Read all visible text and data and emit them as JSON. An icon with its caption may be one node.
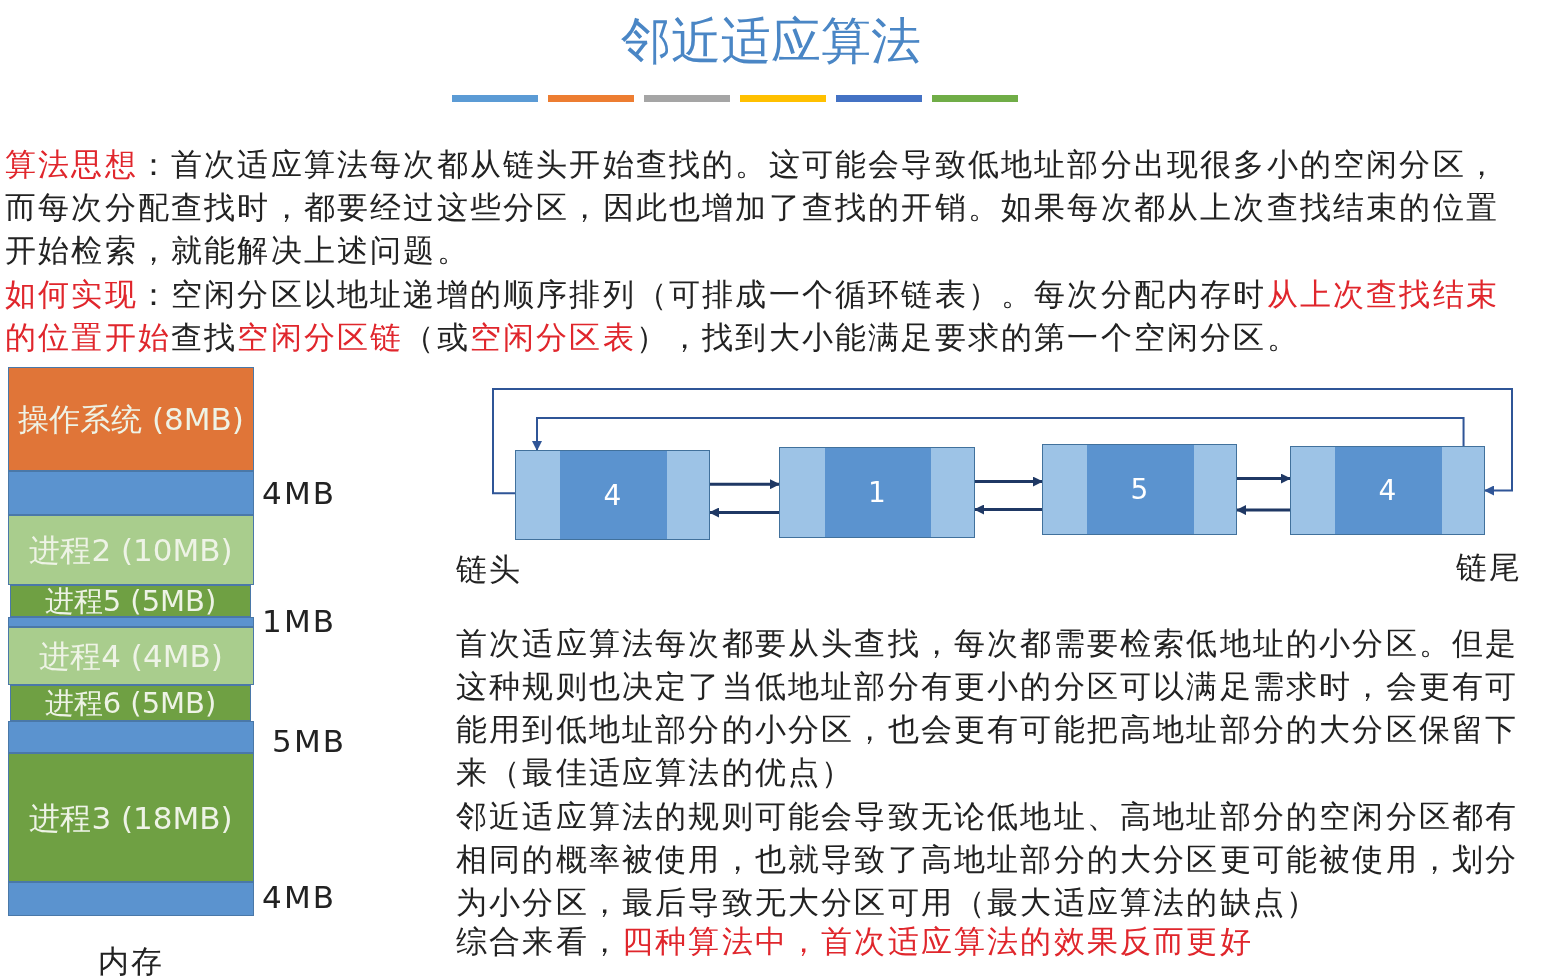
{
  "diagram": {
    "title": "邻近适应算法",
    "nodes": [
      {
        "text": [
          "操作系统 (8MB)"
        ]
      },
      {
        "text": [],
        "shape": "box"
      },
      {
        "text": [
          "进程2 (10MB)"
        ]
      },
      {
        "text": [
          "进程5 (5MB)"
        ]
      },
      {
        "text": [],
        "shape": "box"
      },
      {
        "text": [
          "进程4 (4MB)"
        ]
      },
      {
        "text": [
          "进程6 (5MB)"
        ]
      },
      {
        "text": [],
        "shape": "box"
      },
      {
        "text": [
          "进程3 (18MB)"
        ]
      },
      {
        "text": [],
        "shape": "box"
      },
      {
        "text": [
          "4"
        ]
      },
      {
        "text": [
          "1"
        ]
      },
      {
        "text": [
          "5"
        ]
      },
      {
        "text": [
          "4"
        ]
      }
    ],
    "edges": [
      {
        "from": 10,
        "to": 11,
        "arrow": "to"
      },
      {
        "from": 11,
        "to": 10,
        "arrow": "to"
      },
      {
        "from": 11,
        "to": 12,
        "arrow": "to"
      },
      {
        "from": 12,
        "to": 11,
        "arrow": "to"
      },
      {
        "from": 12,
        "to": 13,
        "arrow": "to"
      },
      {
        "from": 13,
        "to": 12,
        "arrow": "to"
      },
      {
        "from": 13,
        "to": 10,
        "arrow": "to"
      },
      {
        "from": 10,
        "to": 13,
        "arrow": "to"
      }
    ],
    "labels": [
      "**算法思想**：首次适应算法每次都从链头开始查找的。这可能会导致低地址部分出现很多小的空闲分区，而每次分配查找时，都要经过这些分区，因此也增加了查找的开销。如果每次都从上次查找结束的位置开始检索，就能解决上述问题。",
      "**如何实现**：空闲分区以地址递增的顺序排列（可排成一个循环链表）。每次分配内存时**从上次查找结束的位置开始**查找**空闲分区链**（或**空闲分区表**），找到大小能满足要求的第一个空闲分区。",
      "4MB",
      "1MB",
      "5MB",
      "4MB",
      "内存",
      "链头",
      "链尾",
      "首次适应算法每次都要从头查找，每次都需要检索低地址的小分区。但是这种规则也决定了当低地址部分有更小的分区可以满足需求时，会更有可能用到低地址部分的小分区，也会更有可能把高地址部分的大分区保留下来（最佳适应算法的优点）",
      "邻近适应算法的规则可能会导致无论低地址、高地址部分的空闲分区都有相同的概率被使用，也就导致了高地址部分的大分区更可能被使用，划分为小分区，最后导致无大分区可用（最大适应算法的缺点）",
      "综合来看，**四种算法中，首次适应算法的效果反而更好**"
    ]
  }
}
